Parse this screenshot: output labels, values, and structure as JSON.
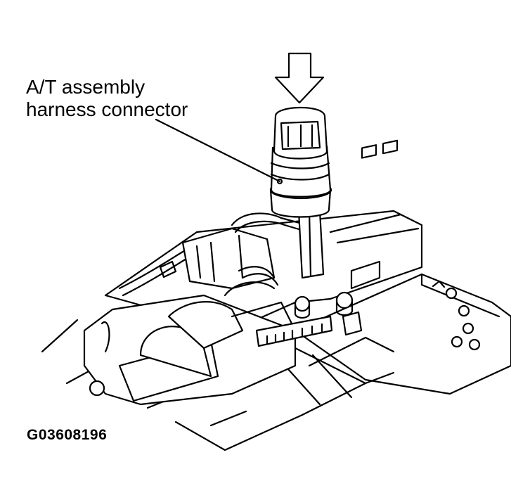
{
  "diagram": {
    "callout_line1": "A/T assembly",
    "callout_line2": "harness connector",
    "figure_id": "G03608196"
  },
  "colors": {
    "ink": "#000000",
    "background": "#ffffff"
  }
}
